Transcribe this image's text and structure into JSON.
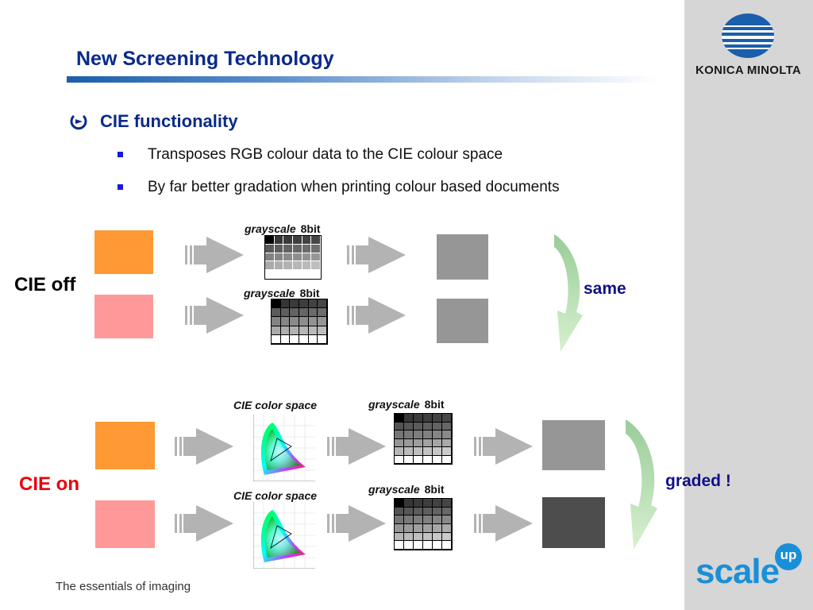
{
  "slide": {
    "title": "New Screening Technology",
    "bullet": "CIE functionality",
    "sub_bullets": [
      "Transposes RGB colour data to the CIE colour space",
      "By far better gradation when printing colour based documents"
    ]
  },
  "branding": {
    "company": "KONICA MINOLTA",
    "tagline": "The essentials of imaging",
    "scale_logo": "scale",
    "scale_logo_badge": "up"
  },
  "cie_off": {
    "label": "CIE off",
    "result": "same",
    "grayscale_word": "grayscale",
    "bit_label": "8bit"
  },
  "cie_on": {
    "label": "CIE on",
    "result": "graded !",
    "grayscale_word": "grayscale",
    "bit_label": "8bit",
    "color_space_label": "CIE color space"
  },
  "colors": {
    "title_blue": "#0a2a8a",
    "orange_swatch": "#ff9933",
    "pink_swatch": "#ff9999",
    "gray_result_light": "#969696",
    "gray_result_dark": "#4d4d4d",
    "cie_on_red": "#e8000b",
    "arrow_gray": "#b3b3b3",
    "curve_green": "#99cc99"
  },
  "icons": {
    "bullet_icon": "arrow-circle-icon",
    "sub_bullet_icon": "square-bullet-icon",
    "flow_arrow": "striped-right-arrow-icon",
    "curved_arrow": "curved-down-arrow-icon"
  }
}
